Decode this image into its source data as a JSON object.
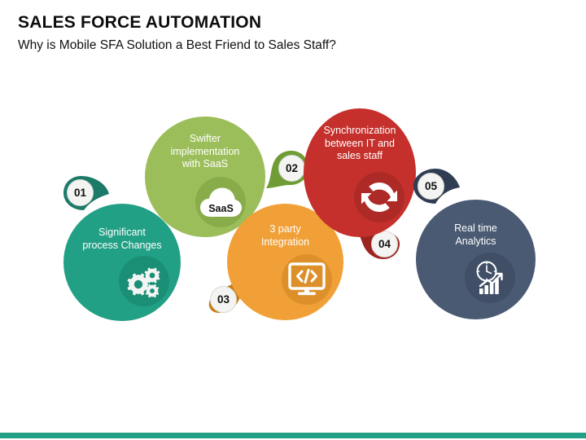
{
  "header": {
    "title": "SALES FORCE AUTOMATION",
    "subtitle": "Why is Mobile SFA Solution a Best Friend to Sales Staff?"
  },
  "theme": {
    "background": "#ffffff",
    "footer_bar_color": "#21a085",
    "badge_fill": "#f4f4f2",
    "badge_text": "#111111",
    "label_text": "#ffffff"
  },
  "diagram": {
    "type": "bubble-process",
    "nodes": [
      {
        "number": "01",
        "label": "Significant\nprocess Changes",
        "icon": "gears-icon",
        "color": "#22a085",
        "badge_color": "#1b7a68",
        "icon_disc_color": "#1b8e76"
      },
      {
        "number": "02",
        "label": "Swifter\nimplementation\nwith SaaS",
        "icon": "cloud-saas-icon",
        "icon_text": "SaaS",
        "color": "#9cbe5a",
        "badge_color": "#6f9c35",
        "icon_disc_color": "#89ac4b"
      },
      {
        "number": "03",
        "label": "3 party\nIntegration",
        "icon": "code-monitor-icon",
        "color": "#f0a037",
        "badge_color": "#c67c12",
        "icon_disc_color": "#dd9029"
      },
      {
        "number": "04",
        "label": "Synchronization\nbetween IT and\nsales staff",
        "icon": "sync-icon",
        "color": "#c5302c",
        "badge_color": "#9c2420",
        "icon_disc_color": "#ae2a26"
      },
      {
        "number": "05",
        "label": "Real time\nAnalytics",
        "icon": "clock-chart-icon",
        "color": "#4a5a73",
        "badge_color": "#2f3c52",
        "icon_disc_color": "#404f66"
      }
    ]
  }
}
